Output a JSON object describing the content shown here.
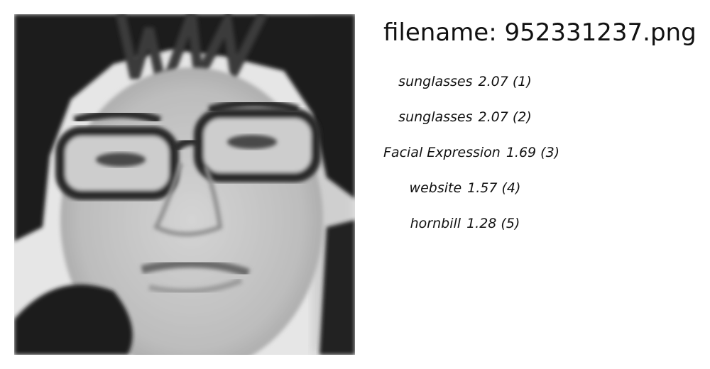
{
  "header": {
    "filename_label": "filename:",
    "filename_value": "952331237.png"
  },
  "photo": {
    "description_icon": "grayscale-face-photo-icon"
  },
  "predictions": [
    {
      "label": "sunglasses",
      "score": "2.07",
      "rank": "(1)"
    },
    {
      "label": "sunglasses",
      "score": "2.07",
      "rank": "(2)"
    },
    {
      "label": "Facial Expression",
      "score": "1.69",
      "rank": "(3)"
    },
    {
      "label": "website",
      "score": "1.57",
      "rank": "(4)"
    },
    {
      "label": "hornbill",
      "score": "1.28",
      "rank": "(5)"
    }
  ]
}
